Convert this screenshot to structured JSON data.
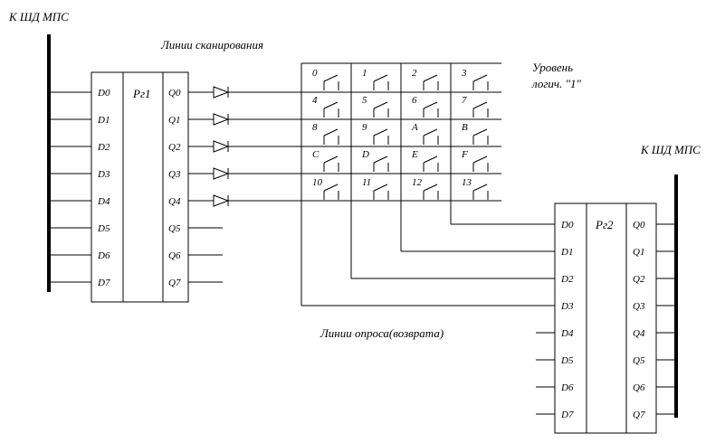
{
  "bus_label_left": "К ШД МПС",
  "bus_label_right": "К ШД МПС",
  "scan_lines_label": "Линии сканирования",
  "return_lines_label": "Линии опроса(возврата)",
  "logic_level_label_line1": "Уровень",
  "logic_level_label_line2": "логич. \"1\"",
  "register_left": {
    "name": "Рг1",
    "inputs": [
      "D0",
      "D1",
      "D2",
      "D3",
      "D4",
      "D5",
      "D6",
      "D7"
    ],
    "outputs": [
      "Q0",
      "Q1",
      "Q2",
      "Q3",
      "Q4",
      "Q5",
      "Q6",
      "Q7"
    ]
  },
  "register_right": {
    "name": "Рг2",
    "inputs": [
      "D0",
      "D1",
      "D2",
      "D3",
      "D4",
      "D5",
      "D6",
      "D7"
    ],
    "outputs": [
      "Q0",
      "Q1",
      "Q2",
      "Q3",
      "Q4",
      "Q5",
      "Q6",
      "Q7"
    ]
  },
  "keys": [
    [
      "0",
      "1",
      "2",
      "3"
    ],
    [
      "4",
      "5",
      "6",
      "7"
    ],
    [
      "8",
      "9",
      "A",
      "B"
    ],
    [
      "C",
      "D",
      "E",
      "F"
    ],
    [
      "10",
      "11",
      "12",
      "13"
    ]
  ]
}
